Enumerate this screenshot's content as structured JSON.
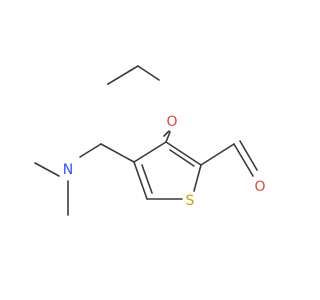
{
  "colors": {
    "bond": "#3a3a3a",
    "oxygen": "#e8453c",
    "sulfur": "#c9a400",
    "nitrogen": "#3050f8",
    "background": "#ffffff"
  },
  "atoms": {
    "ether_oxygen": "O",
    "aldehyde_oxygen": "O",
    "ring_sulfur": "S",
    "amine_nitrogen": "N"
  }
}
